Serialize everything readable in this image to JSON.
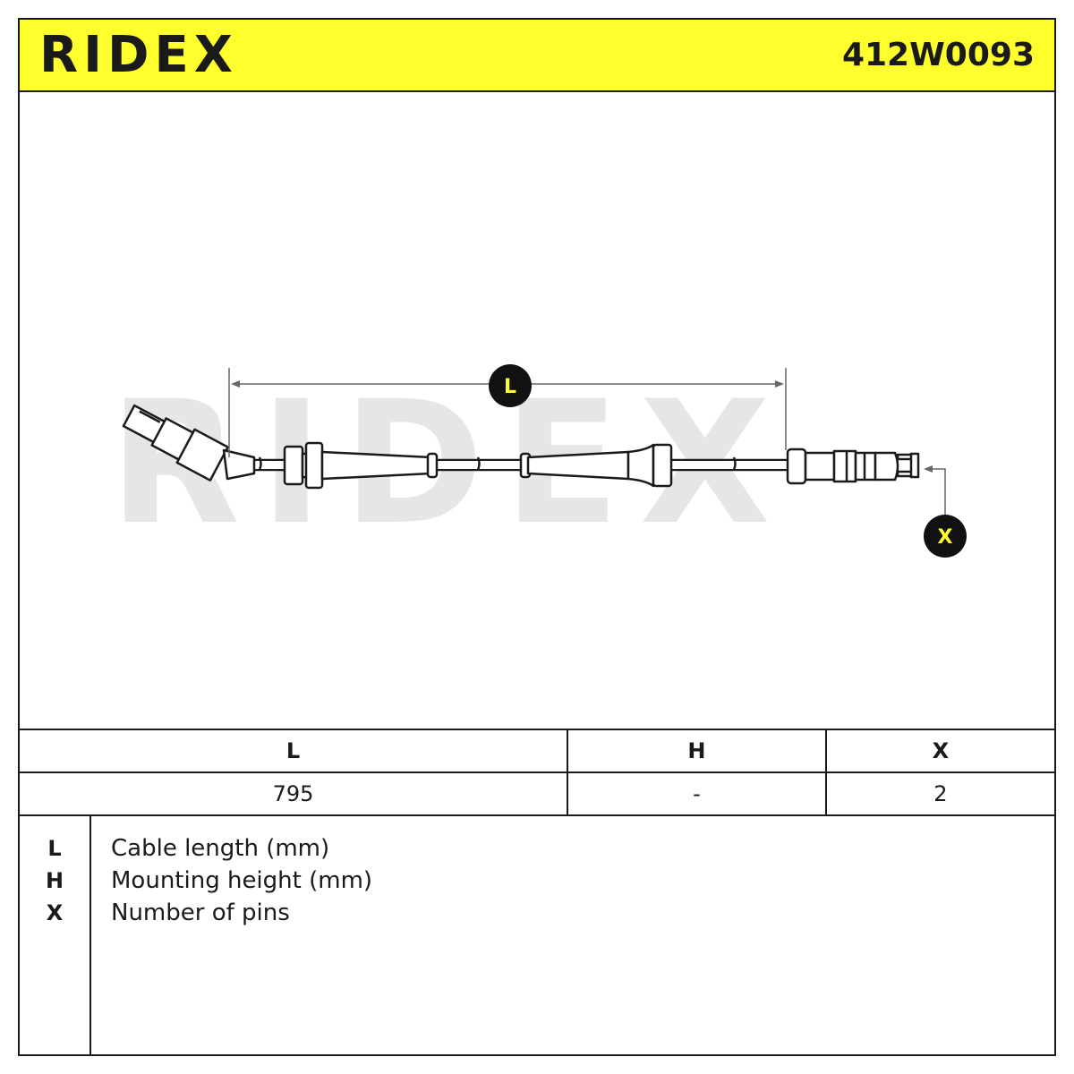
{
  "header": {
    "brand": "RIDEX",
    "part_number": "412W0093",
    "brand_color": "#ffff2e"
  },
  "drawing": {
    "watermark": "RIDEX",
    "markers": {
      "length": "L",
      "pins": "X"
    }
  },
  "table": {
    "columns": [
      "L",
      "H",
      "X"
    ],
    "values": [
      "795",
      "-",
      "2"
    ]
  },
  "legend": [
    {
      "key": "L",
      "description": "Cable length (mm)"
    },
    {
      "key": "H",
      "description": "Mounting height (mm)"
    },
    {
      "key": "X",
      "description": "Number of pins"
    }
  ]
}
